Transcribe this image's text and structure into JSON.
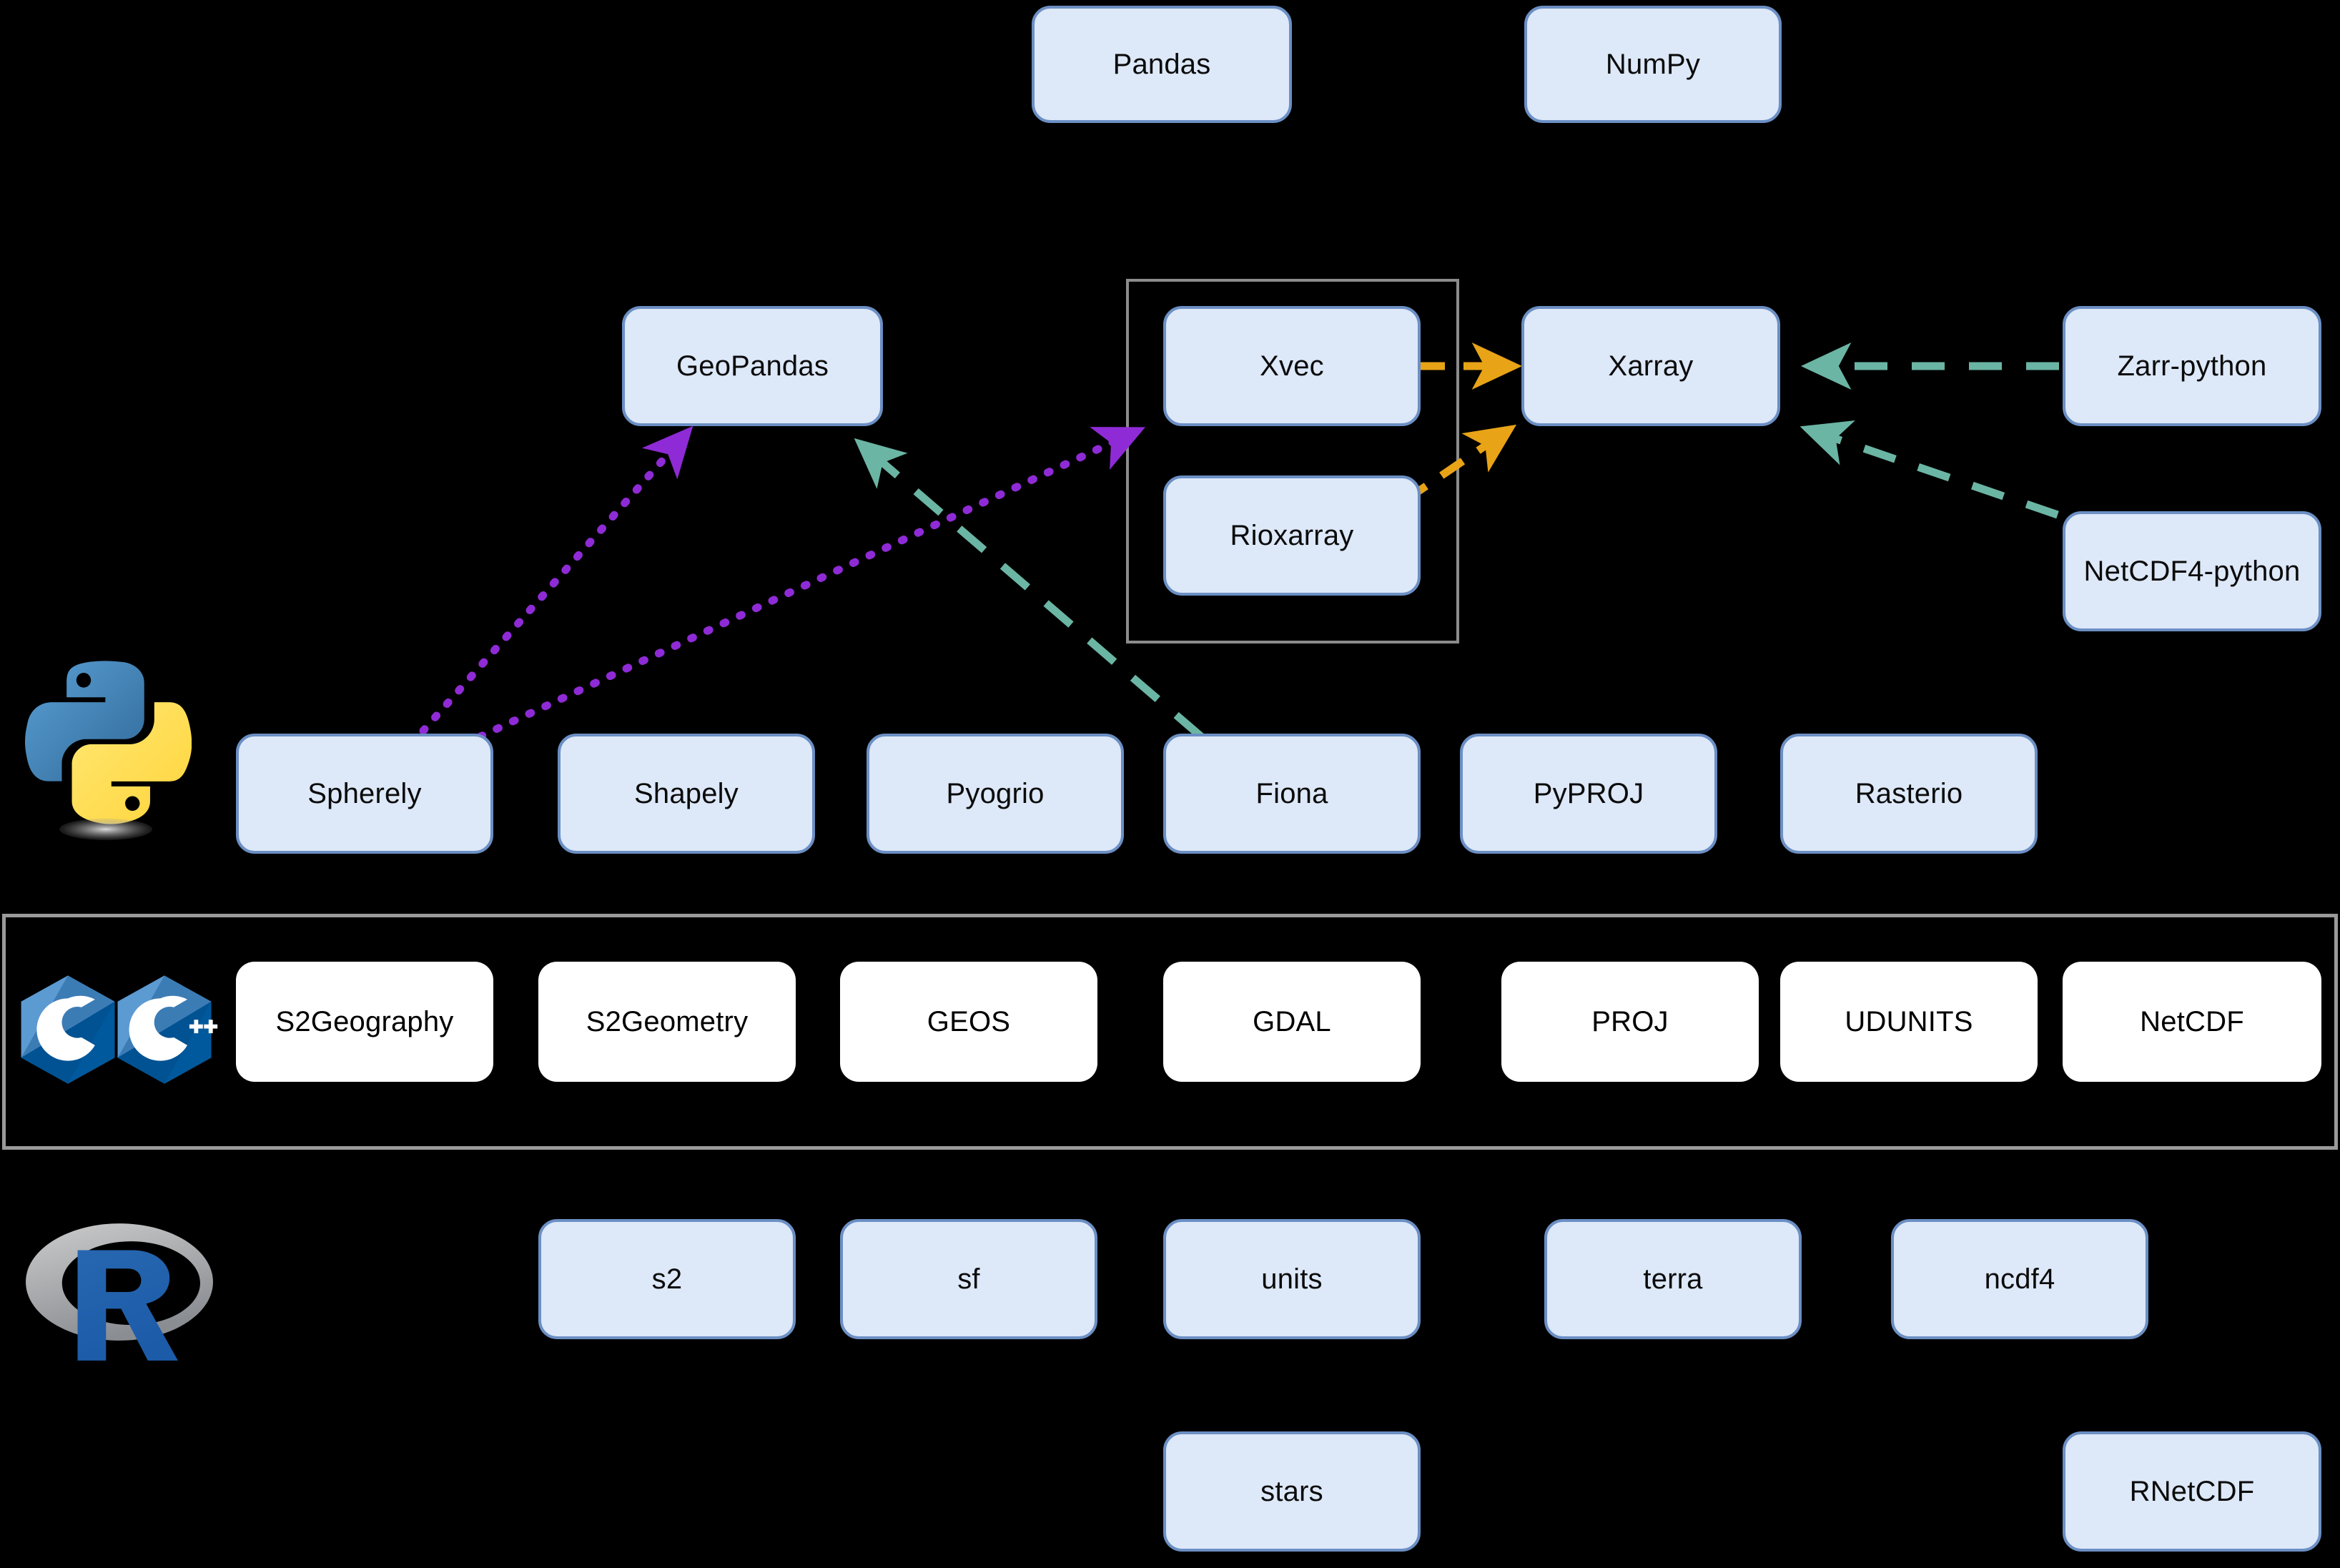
{
  "diagram": {
    "title": "Geospatial software stack: Python, C/C++ and R layers",
    "background_color": "#000000",
    "node_fill": "#dde8f8",
    "node_stroke": "#6b8fc4",
    "white_node_fill": "#ffffff",
    "band_stroke": "#9a9a9a",
    "edge_colors": {
      "purple_dotted": "#8f2bd6",
      "orange_dashed": "#e8a317",
      "teal_dashed": "#6bb5a4"
    }
  },
  "logos": [
    {
      "name": "python-logo",
      "label": "Python"
    },
    {
      "name": "c-logo",
      "label": "C"
    },
    {
      "name": "cpp-logo",
      "label": "C++"
    },
    {
      "name": "r-logo",
      "label": "R"
    }
  ],
  "bands": [
    {
      "name": "python-band",
      "label": "Python"
    },
    {
      "name": "c-cpp-band",
      "label": "C / C++"
    },
    {
      "name": "r-band",
      "label": "R"
    }
  ],
  "groups": [
    {
      "name": "xarray-extensions-group",
      "members": [
        "Xvec",
        "Rioxarray"
      ]
    }
  ],
  "nodes": {
    "top_row": [
      {
        "id": "pandas",
        "label": "Pandas"
      },
      {
        "id": "numpy",
        "label": "NumPy"
      }
    ],
    "middle_row": [
      {
        "id": "geopandas",
        "label": "GeoPandas"
      },
      {
        "id": "xvec",
        "label": "Xvec"
      },
      {
        "id": "xarray",
        "label": "Xarray"
      },
      {
        "id": "zarr_python",
        "label": "Zarr-python"
      },
      {
        "id": "rioxarray",
        "label": "Rioxarray"
      },
      {
        "id": "netcdf4_python",
        "label": "NetCDF4-python"
      }
    ],
    "python_row": [
      {
        "id": "spherely",
        "label": "Spherely"
      },
      {
        "id": "shapely",
        "label": "Shapely"
      },
      {
        "id": "pyogrio",
        "label": "Pyogrio"
      },
      {
        "id": "fiona",
        "label": "Fiona"
      },
      {
        "id": "pyproj",
        "label": "PyPROJ"
      },
      {
        "id": "rasterio",
        "label": "Rasterio"
      }
    ],
    "c_row": [
      {
        "id": "s2geography",
        "label": "S2Geography"
      },
      {
        "id": "s2geometry",
        "label": "S2Geometry"
      },
      {
        "id": "geos",
        "label": "GEOS"
      },
      {
        "id": "gdal",
        "label": "GDAL"
      },
      {
        "id": "proj",
        "label": "PROJ"
      },
      {
        "id": "udunits",
        "label": "UDUNITS"
      },
      {
        "id": "netcdf",
        "label": "NetCDF"
      }
    ],
    "r_row": [
      {
        "id": "s2",
        "label": "s2"
      },
      {
        "id": "sf",
        "label": "sf"
      },
      {
        "id": "units",
        "label": "units"
      },
      {
        "id": "terra",
        "label": "terra"
      },
      {
        "id": "ncdf4",
        "label": "ncdf4"
      }
    ],
    "r_bottom_row": [
      {
        "id": "stars",
        "label": "stars"
      },
      {
        "id": "rnetcdf",
        "label": "RNetCDF"
      }
    ]
  },
  "edges": [
    {
      "id": "spherely-to-geopandas",
      "from": "Spherely",
      "to": "GeoPandas",
      "style": "dotted",
      "color": "#8f2bd6"
    },
    {
      "id": "spherely-to-xvec",
      "from": "Spherely",
      "to": "Xvec",
      "style": "dotted",
      "color": "#8f2bd6"
    },
    {
      "id": "fiona-to-geopandas",
      "from": "Fiona",
      "to": "GeoPandas",
      "style": "dashed",
      "color": "#6bb5a4"
    },
    {
      "id": "xvec-to-xarray",
      "from": "Xvec",
      "to": "Xarray",
      "style": "dashed",
      "color": "#e8a317"
    },
    {
      "id": "rioxarray-to-xarray",
      "from": "Rioxarray",
      "to": "Xarray",
      "style": "dashed",
      "color": "#e8a317"
    },
    {
      "id": "zarr-to-xarray",
      "from": "Zarr-python",
      "to": "Xarray",
      "style": "dashed",
      "color": "#6bb5a4"
    },
    {
      "id": "netcdf4python-to-xarray",
      "from": "NetCDF4-python",
      "to": "Xarray",
      "style": "dashed",
      "color": "#6bb5a4"
    }
  ]
}
